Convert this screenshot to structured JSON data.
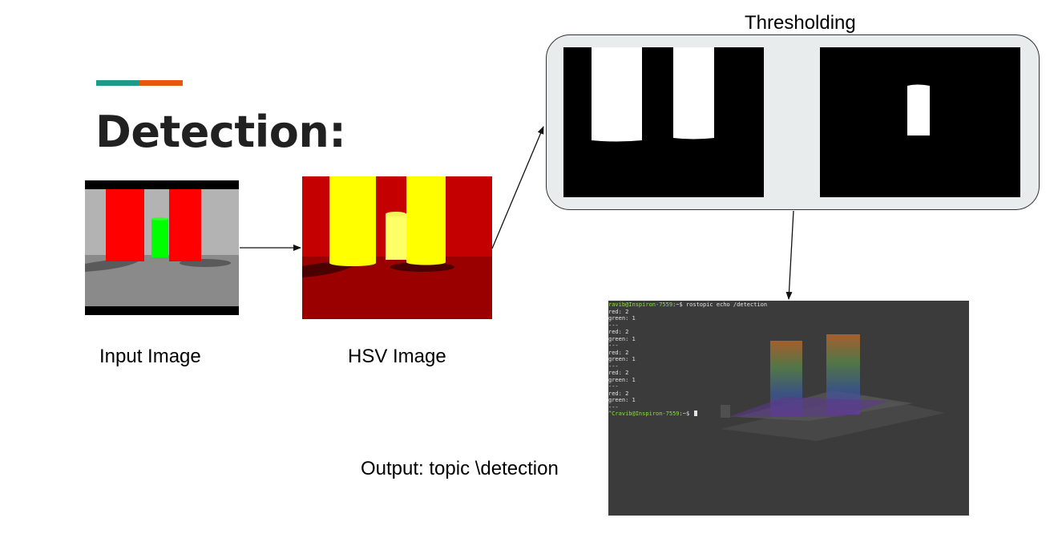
{
  "slide": {
    "title": "Detection:",
    "accent_colors": [
      "#1e9a8a",
      "#e8580c"
    ]
  },
  "input_image": {
    "caption": "Input Image",
    "palette": {
      "sky": "#b3b3b3",
      "ground": "#8a8a8a",
      "pillar": "#ff0000",
      "small_cylinder": "#00ff00",
      "border": "#000000",
      "shadow": "#5a5a5a"
    }
  },
  "hsv_image": {
    "caption": "HSV Image",
    "palette": {
      "background": "#c40000",
      "ground": "#9a0000",
      "pillar": "#ffff00",
      "small_cylinder": "#ffff66",
      "shadow": "#4a0000"
    }
  },
  "thresholding": {
    "label": "Thresholding",
    "palette": {
      "background": "#000000",
      "mask": "#ffffff"
    }
  },
  "output": {
    "caption": "Output:  topic \\detection",
    "terminal": {
      "command_user": "ravib@Inspiron-7559",
      "command_rest": ":~$ rostopic echo /detection",
      "lines": [
        "red: 2",
        "green: 1",
        "---",
        "red: 2",
        "green: 1",
        "---",
        "red: 2",
        "green: 1",
        "---",
        "red: 2",
        "green: 1",
        "---",
        "red: 2",
        "green: 1",
        "---"
      ],
      "final_prompt_user": "^Cravib@Inspiron-7559",
      "final_prompt_rest": ":~$ "
    }
  }
}
